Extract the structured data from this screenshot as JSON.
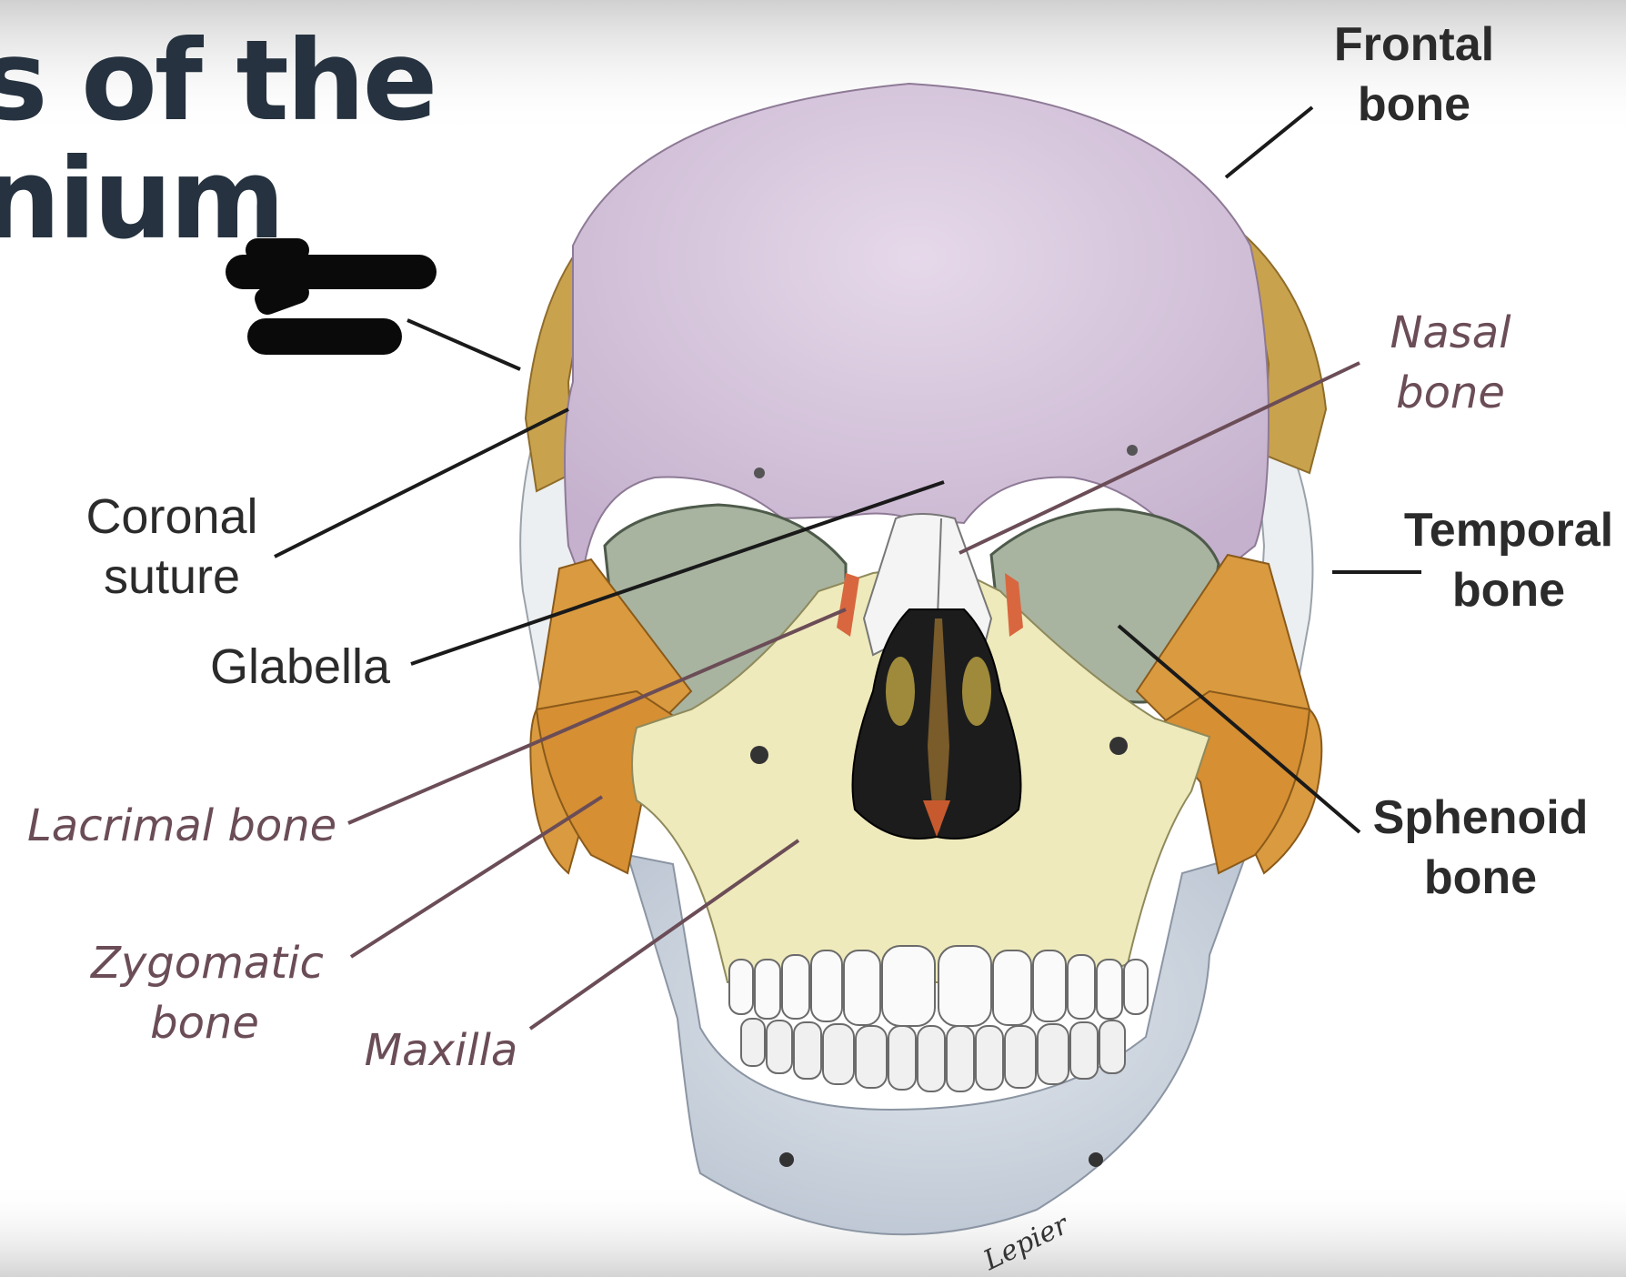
{
  "title": {
    "line1": "s of the",
    "line2": "nium"
  },
  "labels": {
    "frontal": [
      "Frontal",
      "bone"
    ],
    "nasal": [
      "Nasal",
      "bone"
    ],
    "temporal": [
      "Temporal",
      "bone"
    ],
    "sphenoid": [
      "Sphenoid",
      "bone"
    ],
    "coronal": [
      "Coronal",
      "suture"
    ],
    "glabella": "Glabella",
    "lacrimal": "Lacrimal bone",
    "zygomatic": [
      "Zygomatic",
      "bone"
    ],
    "maxilla": "Maxilla"
  },
  "signature": "Lepier",
  "colors": {
    "frontal": "#d8c6dd",
    "parietal": "#c79f4a",
    "temporal": "#e7ebee",
    "sphenoid": "#d9973c",
    "zygomatic": "#d9973c",
    "maxilla": "#efeabb",
    "mandible": "#cfd6e0",
    "nasal": "#f3f3f3",
    "orbit": "#a7b39f",
    "leader_dark": "#1a1a1a",
    "leader_mauve": "#6b4d57"
  }
}
